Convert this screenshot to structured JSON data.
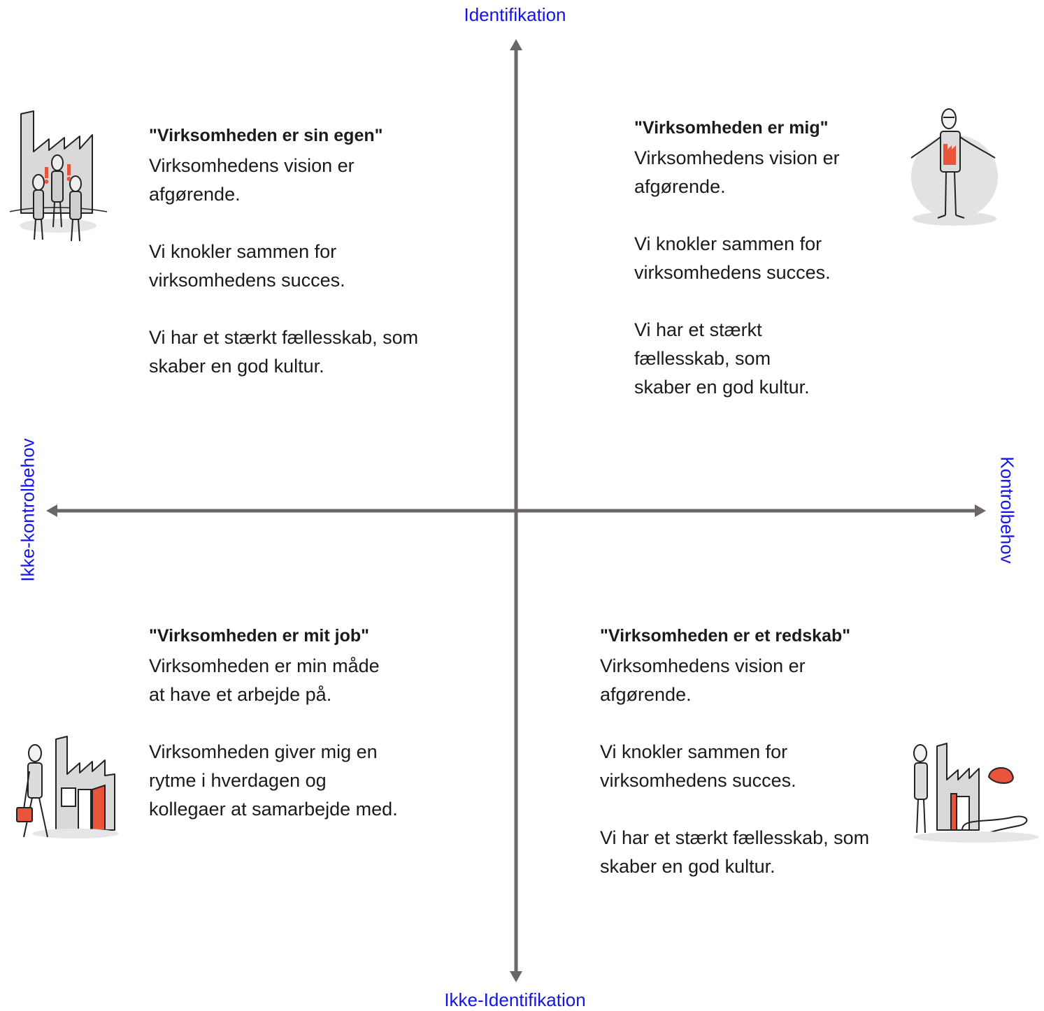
{
  "axes": {
    "top": "Identifikation",
    "bottom": "Ikke-Identifikation",
    "left": "Ikke-kontrolbehov",
    "right": "Kontrolbehov",
    "line_color": "#6b6669",
    "label_color": "#1414e6"
  },
  "quadrants": {
    "top_left": {
      "title": "\"Virksomheden er sin egen\"",
      "p1": "Virksomhedens vision er afgørende.",
      "p2": "Vi knokler sammen for virksomhedens succes.",
      "p3": "Vi har et stærkt fællesskab, som skaber en god kultur."
    },
    "top_right": {
      "title": "\"Virksomheden er mig\"",
      "p1": "Virksomhedens vision er afgørende.",
      "p2": "Vi knokler sammen for virksomhedens succes.",
      "p3": "Vi har et stærkt fællesskab, som skaber en god kultur."
    },
    "bottom_left": {
      "title": "\"Virksomheden er mit job\"",
      "p1": "Virksomheden er min måde at have et arbejde på.",
      "p2": "Virksomheden giver mig en rytme i hverdagen og kollegaer at samarbejde med."
    },
    "bottom_right": {
      "title": "\"Virksomheden er et redskab\"",
      "p1": "Virksomhedens vision er afgørende.",
      "p2": "Vi knokler sammen for virksomhedens succes.",
      "p3": "Vi har et stærkt fællesskab, som skaber en god kultur."
    }
  },
  "illustrations": {
    "top_left": "factory-group-illustration",
    "top_right": "person-factory-shirt-illustration",
    "bottom_left": "person-walking-from-factory-illustration",
    "bottom_right": "person-factory-road-illustration",
    "accent_color": "#e8553c"
  }
}
